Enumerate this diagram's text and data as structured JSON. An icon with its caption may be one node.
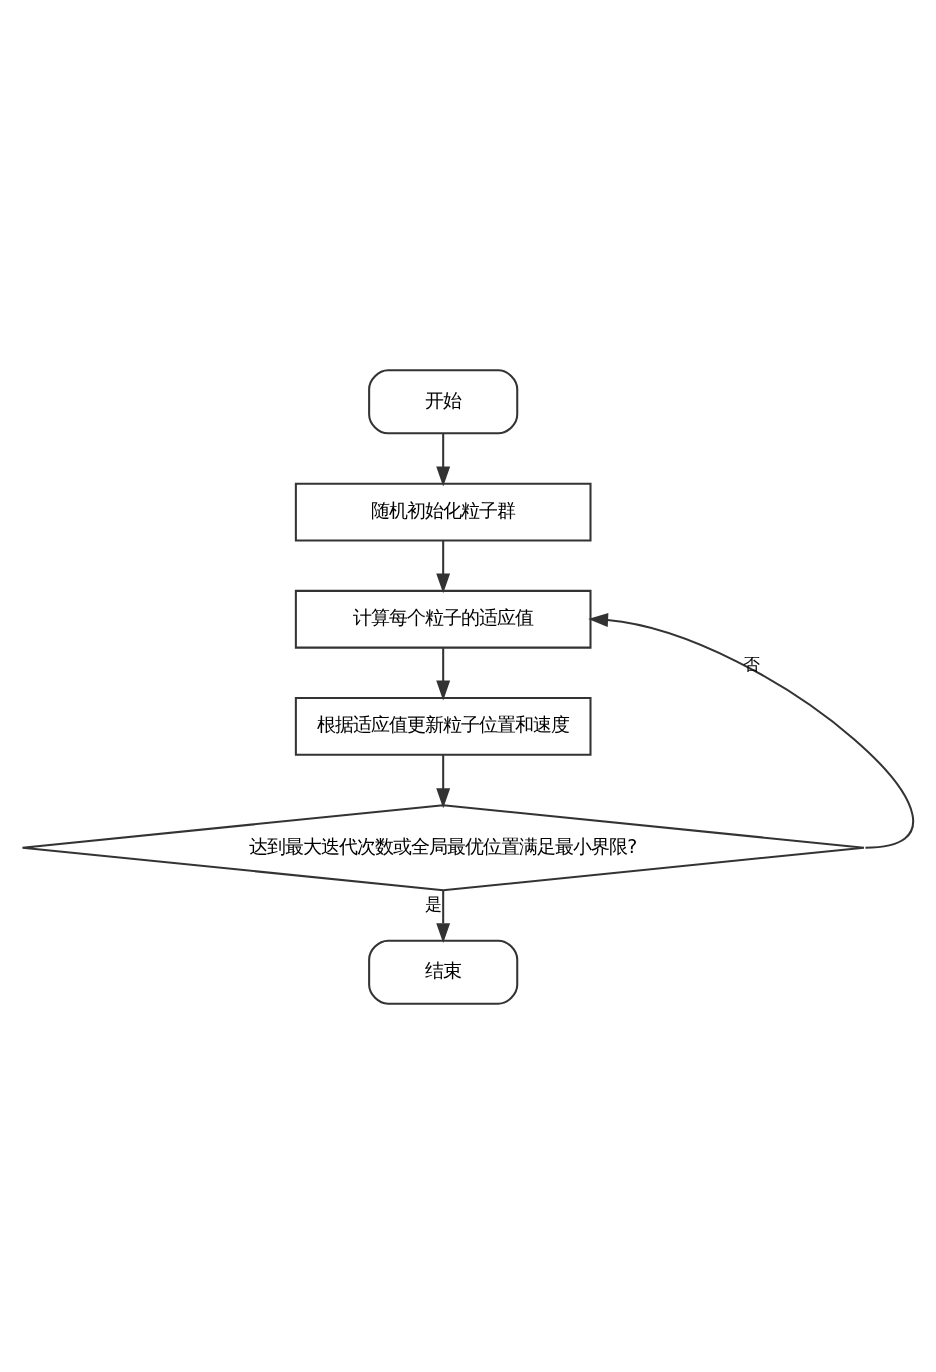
{
  "diagram": {
    "nodes": [
      {
        "text": [
          "开始"
        ]
      },
      {
        "text": [
          "随机初始化粒子群"
        ]
      },
      {
        "text": [
          "计算每个粒子的适应值"
        ]
      },
      {
        "text": [
          "根据适应值更新粒子位置和速度"
        ]
      },
      {
        "text": [
          "达到最大迭代次数或全局最优位置满足最小界限?"
        ]
      },
      {
        "text": [
          "结束"
        ]
      }
    ],
    "edges": [
      {
        "from": 0,
        "to": 1,
        "arrow": "to"
      },
      {
        "from": 1,
        "to": 2,
        "arrow": "to"
      },
      {
        "from": 2,
        "to": 3,
        "arrow": "to"
      },
      {
        "from": 3,
        "to": 4,
        "arrow": "to"
      },
      {
        "from": 4,
        "to": 2,
        "arrow": "to",
        "label": "否"
      },
      {
        "from": 4,
        "to": 5,
        "arrow": "to",
        "label": "是"
      }
    ]
  }
}
